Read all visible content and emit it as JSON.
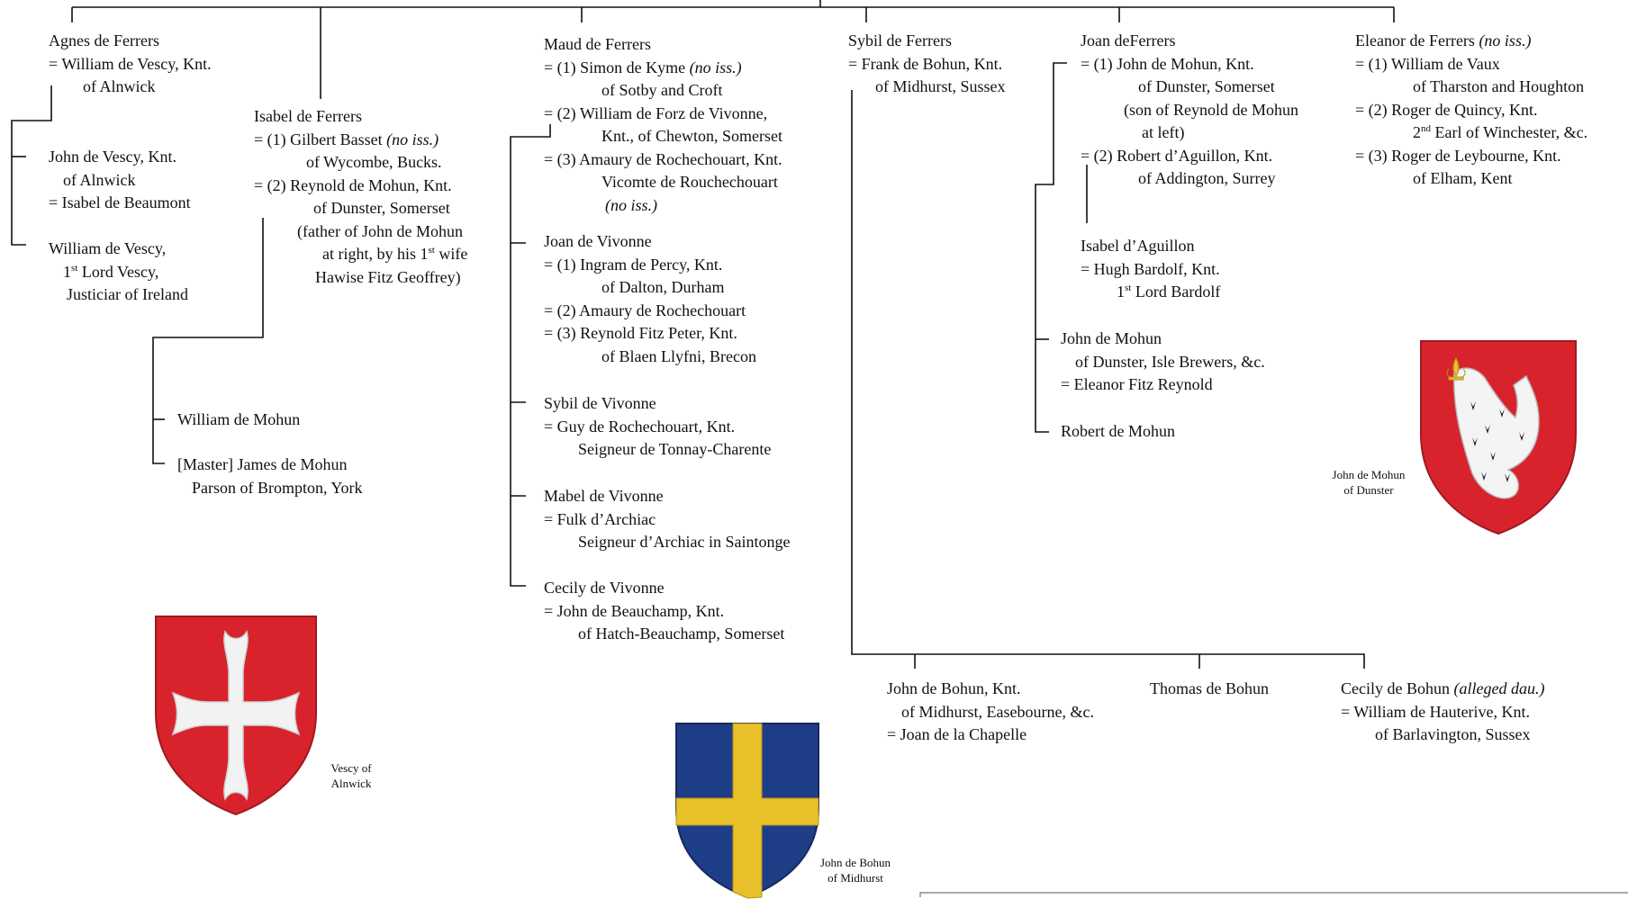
{
  "entries": {
    "agnes": [
      "Agnes de Ferrers",
      "= William de Vescy, Knt.",
      "of Alnwick"
    ],
    "isabel": [
      "Isabel de Ferrers",
      "= (1) Gilbert Basset",
      "of Wycombe, Bucks.",
      "= (2) Reynold de Mohun, Knt.",
      "of Dunster, Somerset",
      "(father of John de Mohun",
      "at right, by his 1",
      "Hawise Fitz Geoffrey)"
    ],
    "isabel_extra": {
      "no_iss": "(no iss.)",
      "st": "st",
      "wife": " wife"
    },
    "john_vescy": [
      "John de Vescy, Knt.",
      "of Alnwick",
      "= Isabel de Beaumont"
    ],
    "william_vescy": [
      "William de Vescy,",
      "1",
      "st",
      " Lord Vescy,",
      "Justiciar of Ireland"
    ],
    "william_mohun": [
      "William de Mohun"
    ],
    "james_mohun": [
      "[Master] James de Mohun",
      "Parson of Brompton, York"
    ],
    "maud": [
      "Maud de Ferrers",
      "= (1) Simon de Kyme",
      "(no iss.)",
      "of Sotby and Croft",
      "= (2) William de Forz de Vivonne,",
      "Knt., of Chewton, Somerset",
      "= (3) Amaury de Rochechouart, Knt.",
      "Vicomte de Rouchechouart",
      "(no iss.)"
    ],
    "joan_vivonne": [
      "Joan de Vivonne",
      "= (1) Ingram de Percy, Knt.",
      "of Dalton, Durham",
      "= (2) Amaury de Rochechouart",
      "= (3) Reynold Fitz Peter, Knt.",
      "of Blaen Llyfni, Brecon"
    ],
    "sybil_vivonne": [
      "Sybil de Vivonne",
      "= Guy de Rochechouart, Knt.",
      "Seigneur de Tonnay-Charente"
    ],
    "mabel_vivonne": [
      "Mabel de Vivonne",
      "= Fulk d’Archiac",
      "Seigneur d’Archiac in Saintonge"
    ],
    "cecily_vivonne": [
      "Cecily de Vivonne",
      "= John de Beauchamp, Knt.",
      "of Hatch-Beauchamp, Somerset"
    ],
    "sybil_ferrers": [
      "Sybil de Ferrers",
      "= Frank de Bohun, Knt.",
      "of Midhurst, Sussex"
    ],
    "joan_ferrers": [
      "Joan deFerrers",
      "= (1) John de Mohun, Knt.",
      "of Dunster, Somerset",
      "(son of Reynold de Mohun",
      "at left)",
      "= (2) Robert d’Aguillon, Knt.",
      "of Addington, Surrey"
    ],
    "isabel_aguillon": [
      "Isabel d’Aguillon",
      "= Hugh Bardolf, Knt.",
      "1",
      "st",
      " Lord Bardolf"
    ],
    "john_mohun_dunster": [
      "John de Mohun",
      "of Dunster, Isle Brewers, &c.",
      "= Eleanor Fitz Reynold"
    ],
    "robert_mohun": [
      "Robert de Mohun"
    ],
    "eleanor": [
      "Eleanor de Ferrers",
      "(no iss.)",
      "= (1) William de Vaux",
      "of Tharston and Houghton",
      "= (2) Roger de Quincy, Knt.",
      "2",
      "nd",
      " Earl of Winchester, &c.",
      "= (3) Roger de Leybourne, Knt.",
      "of Elham, Kent"
    ],
    "john_bohun": [
      "John de Bohun, Knt.",
      "of Midhurst, Easebourne, &c.",
      "= Joan de la Chapelle"
    ],
    "thomas_bohun": [
      "Thomas de Bohun"
    ],
    "cecily_bohun": [
      "Cecily de Bohun",
      "(alleged dau.)",
      "= William de Hauterive, Knt.",
      "of Barlavington, Sussex"
    ]
  },
  "captions": {
    "vescy": [
      "Vescy of",
      "Alnwick"
    ],
    "bohun": [
      "John de Bohun",
      "of Midhurst"
    ],
    "mohun": [
      "John de Mohun",
      "of Dunster"
    ]
  },
  "colors": {
    "red": "#d8232d",
    "blue": "#1e3d87",
    "gold": "#e8c02a",
    "ermine": "#f4f4f4",
    "line": "#111111"
  },
  "icons": [
    "vescy-cross-shield-icon",
    "bohun-cross-shield-icon",
    "mohun-maunch-shield-icon"
  ]
}
